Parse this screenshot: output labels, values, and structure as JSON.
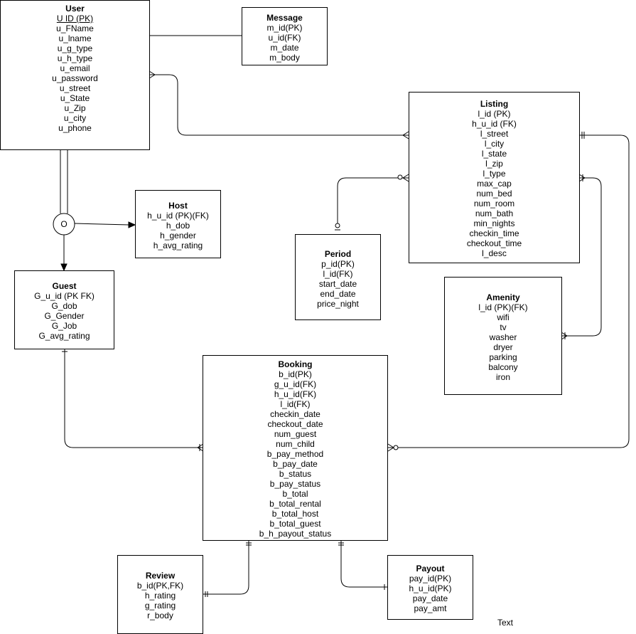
{
  "entities": {
    "user": {
      "title": "User",
      "attributes": [
        "U ID (PK)",
        "u_FName",
        "u_lname",
        "u_g_type",
        "u_h_type",
        "u_email",
        "u_password",
        "u_street",
        "u_State",
        "u_Zip",
        "u_city",
        "u_phone"
      ]
    },
    "message": {
      "title": "Message",
      "attributes": [
        "m_id(PK)",
        "u_id(FK)",
        "m_date",
        "m_body"
      ]
    },
    "listing": {
      "title": "Listing",
      "attributes": [
        "l_id (PK)",
        "h_u_id (FK)",
        "l_street",
        "l_city",
        "l_state",
        "l_zip",
        "l_type",
        "max_cap",
        "num_bed",
        "num_room",
        "num_bath",
        "min_nights",
        "checkin_time",
        "checkout_time",
        "l_desc"
      ]
    },
    "host": {
      "title": "Host",
      "attributes": [
        "h_u_id (PK)(FK)",
        "h_dob",
        "h_gender",
        "h_avg_rating"
      ]
    },
    "period": {
      "title": "Period",
      "attributes": [
        "p_id(PK)",
        "l_id(FK)",
        "start_date",
        "end_date",
        "price_night"
      ]
    },
    "guest": {
      "title": "Guest",
      "attributes": [
        "G_u_id (PK FK)",
        "G_dob",
        "G_Gender",
        "G_Job",
        "G_avg_rating"
      ]
    },
    "amenity": {
      "title": "Amenity",
      "attributes": [
        "l_id (PK)(FK)",
        "wifi",
        "tv",
        "washer",
        "dryer",
        "parking",
        "balcony",
        "iron"
      ]
    },
    "booking": {
      "title": "Booking",
      "attributes": [
        "b_id(PK)",
        "g_u_id(FK)",
        "h_u_id(FK)",
        "l_id(FK)",
        "checkin_date",
        "checkout_date",
        "num_guest",
        "num_child",
        "b_pay_method",
        "b_pay_date",
        "b_status",
        "b_pay_status",
        "b_total",
        "b_total_rental",
        "b_total_host",
        "b_total_guest",
        "b_h_payout_status"
      ]
    },
    "review": {
      "title": "Review",
      "attributes": [
        "b_id(PK,FK)",
        "h_rating",
        "g_rating",
        "r_body"
      ]
    },
    "payout": {
      "title": "Payout",
      "attributes": [
        "pay_id(PK)",
        "h_u_id(PK)",
        "pay_date",
        "pay_amt"
      ]
    }
  },
  "specialization_symbol": "O",
  "free_text": "Text"
}
